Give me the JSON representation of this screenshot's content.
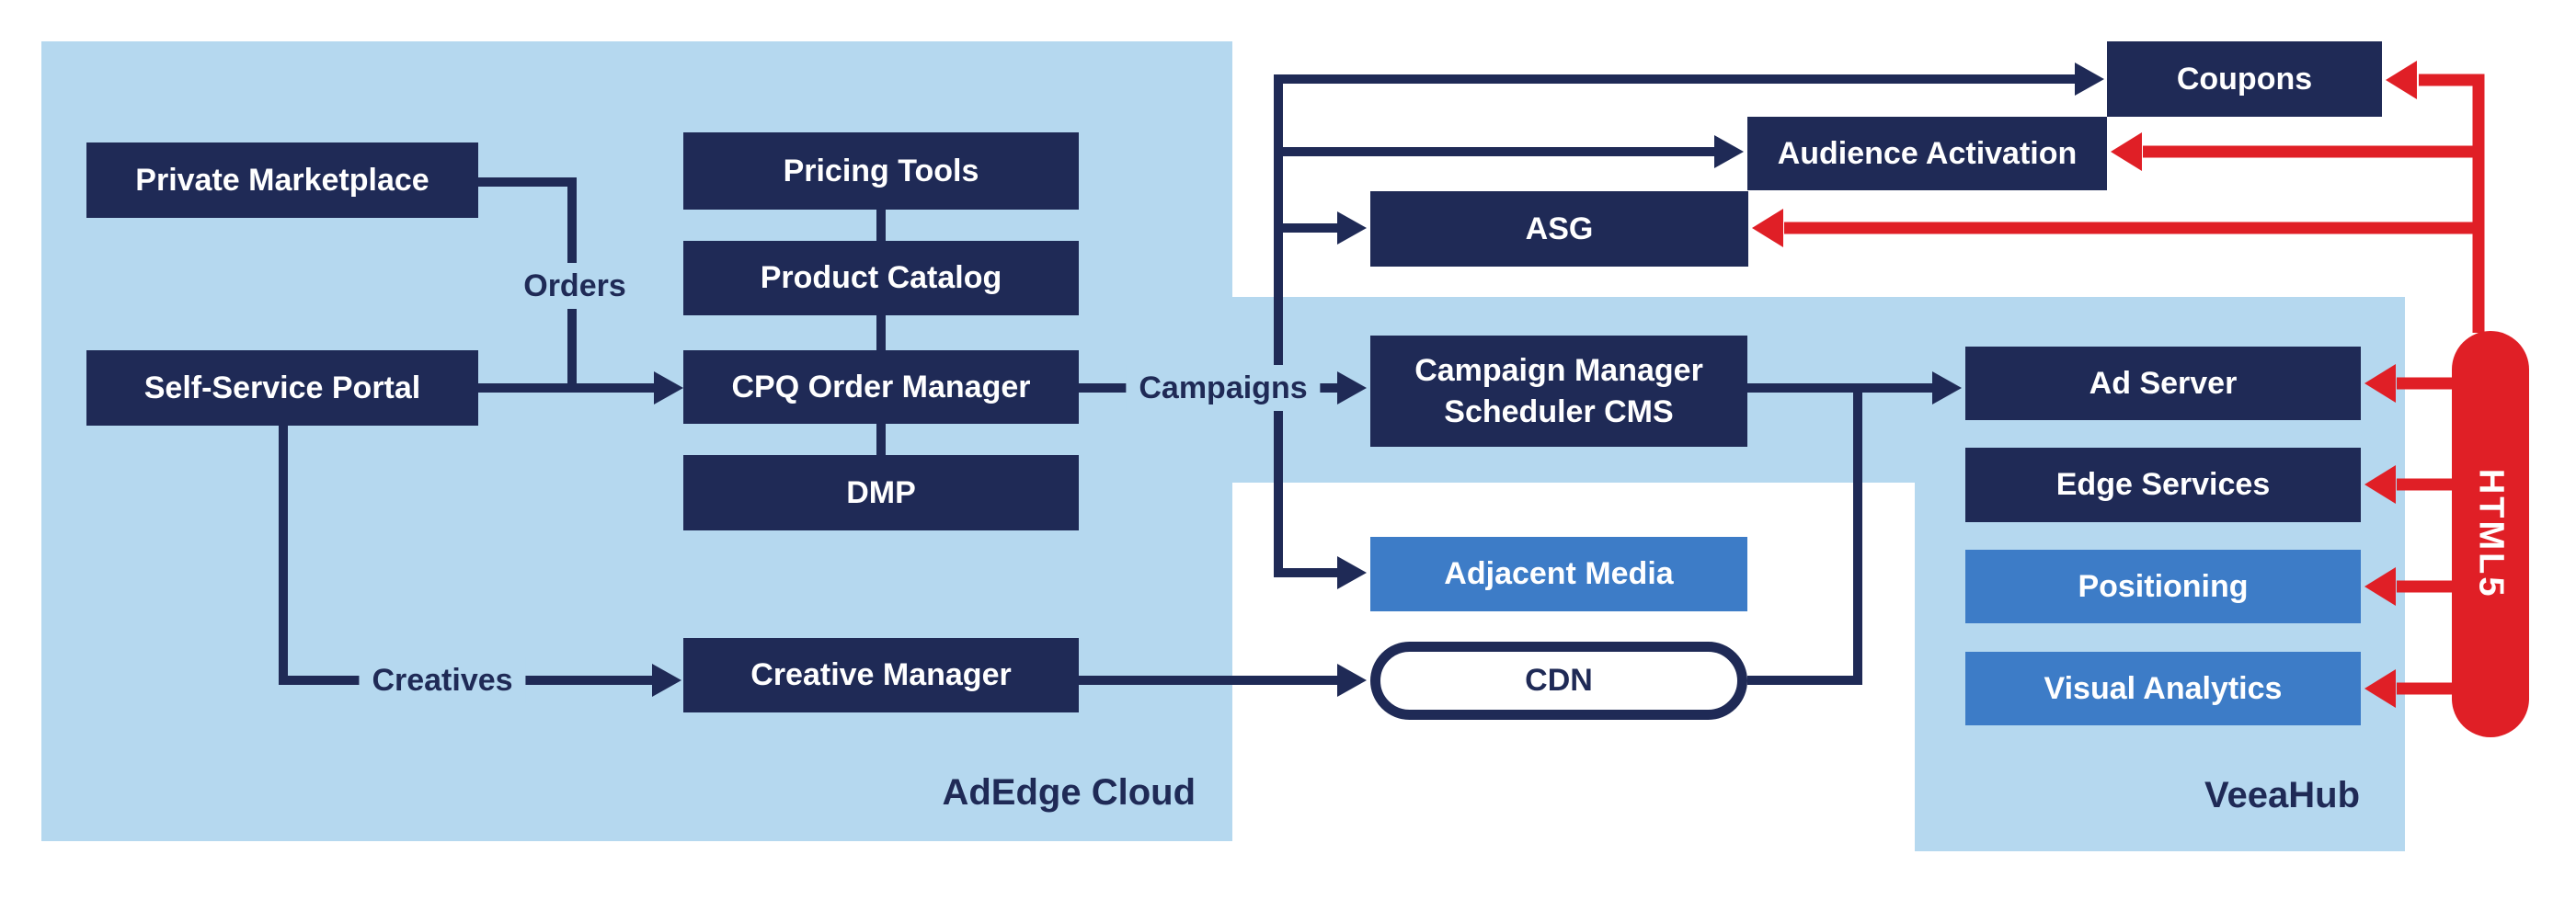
{
  "colors": {
    "navy": "#1F2A56",
    "light_blue": "#B5D8EF",
    "medium_blue": "#3D7CC7",
    "red": "#E01F26",
    "white": "#FFFFFF"
  },
  "regions": {
    "adedge": {
      "label": "AdEdge Cloud"
    },
    "veeahub": {
      "label": "VeeaHub"
    }
  },
  "nodes": {
    "private_marketplace": {
      "label": "Private Marketplace"
    },
    "self_service_portal": {
      "label": "Self-Service Portal"
    },
    "pricing_tools": {
      "label": "Pricing Tools"
    },
    "product_catalog": {
      "label": "Product Catalog"
    },
    "cpq_order_manager": {
      "label": "CPQ Order Manager"
    },
    "dmp": {
      "label": "DMP"
    },
    "creative_manager": {
      "label": "Creative Manager"
    },
    "campaign_manager": {
      "label": "Campaign Manager\nScheduler CMS"
    },
    "coupons": {
      "label": "Coupons"
    },
    "audience_activation": {
      "label": "Audience Activation"
    },
    "asg": {
      "label": "ASG"
    },
    "adjacent_media": {
      "label": "Adjacent Media"
    },
    "cdn": {
      "label": "CDN"
    },
    "ad_server": {
      "label": "Ad Server"
    },
    "edge_services": {
      "label": "Edge Services"
    },
    "positioning": {
      "label": "Positioning"
    },
    "visual_analytics": {
      "label": "Visual Analytics"
    },
    "html5": {
      "label": "HTML5"
    }
  },
  "edge_labels": {
    "orders": "Orders",
    "campaigns": "Campaigns",
    "creatives": "Creatives"
  },
  "connections": [
    {
      "from": "private_marketplace",
      "to": "cpq_order_manager",
      "label": "Orders",
      "color": "navy"
    },
    {
      "from": "self_service_portal",
      "to": "cpq_order_manager",
      "label": "Orders",
      "color": "navy"
    },
    {
      "from": "pricing_tools",
      "to": "product_catalog",
      "color": "navy"
    },
    {
      "from": "product_catalog",
      "to": "cpq_order_manager",
      "color": "navy"
    },
    {
      "from": "cpq_order_manager",
      "to": "dmp",
      "color": "navy"
    },
    {
      "from": "cpq_order_manager",
      "to": "campaign_manager",
      "label": "Campaigns",
      "color": "navy"
    },
    {
      "from": "cpq_order_manager",
      "to": "coupons",
      "color": "navy"
    },
    {
      "from": "cpq_order_manager",
      "to": "audience_activation",
      "color": "navy"
    },
    {
      "from": "cpq_order_manager",
      "to": "asg",
      "color": "navy"
    },
    {
      "from": "cpq_order_manager",
      "to": "adjacent_media",
      "color": "navy"
    },
    {
      "from": "self_service_portal",
      "to": "creative_manager",
      "label": "Creatives",
      "color": "navy"
    },
    {
      "from": "creative_manager",
      "to": "cdn",
      "color": "navy"
    },
    {
      "from": "campaign_manager",
      "to": "ad_server",
      "color": "navy"
    },
    {
      "from": "cdn",
      "to": "ad_server",
      "color": "navy"
    },
    {
      "from": "html5",
      "to": "coupons",
      "color": "red"
    },
    {
      "from": "html5",
      "to": "audience_activation",
      "color": "red"
    },
    {
      "from": "html5",
      "to": "asg",
      "color": "red"
    },
    {
      "from": "html5",
      "to": "ad_server",
      "color": "red"
    },
    {
      "from": "html5",
      "to": "edge_services",
      "color": "red"
    },
    {
      "from": "html5",
      "to": "positioning",
      "color": "red"
    },
    {
      "from": "html5",
      "to": "visual_analytics",
      "color": "red"
    }
  ]
}
